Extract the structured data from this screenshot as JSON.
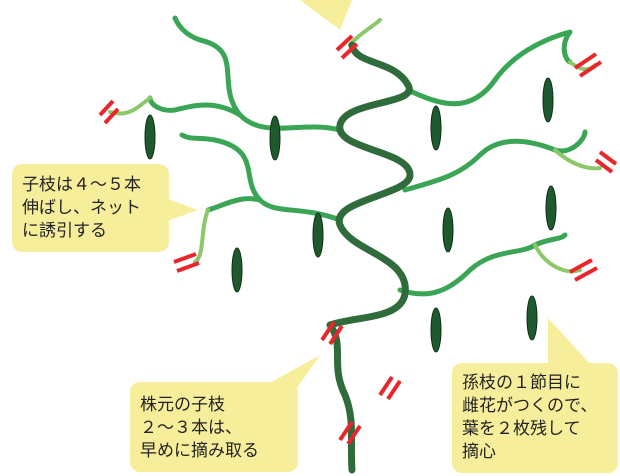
{
  "colors": {
    "main_stem": "#2f6b3b",
    "child_branch": "#3aa655",
    "grandchild_branch": "#8cc86a",
    "female_flower": "#1f5a2e",
    "pinch_mark": "#e8262b",
    "callout_fill": "#f7ee9c"
  },
  "callouts": {
    "side_branch": {
      "lines": [
        "子枝は４～５本",
        "伸ばし、ネット",
        "に誘引する"
      ]
    },
    "base_branch": {
      "lines": [
        "株元の子枝",
        "２～３本は、",
        "早めに摘み取る"
      ]
    },
    "grandchild_pinch": {
      "lines": [
        "孫枝の１節目に",
        "雌花がつくので、",
        "葉を２枚残して",
        "摘心"
      ]
    }
  },
  "icons": {
    "pinch": "pinch-mark-icon",
    "flower": "female-flower-icon"
  }
}
